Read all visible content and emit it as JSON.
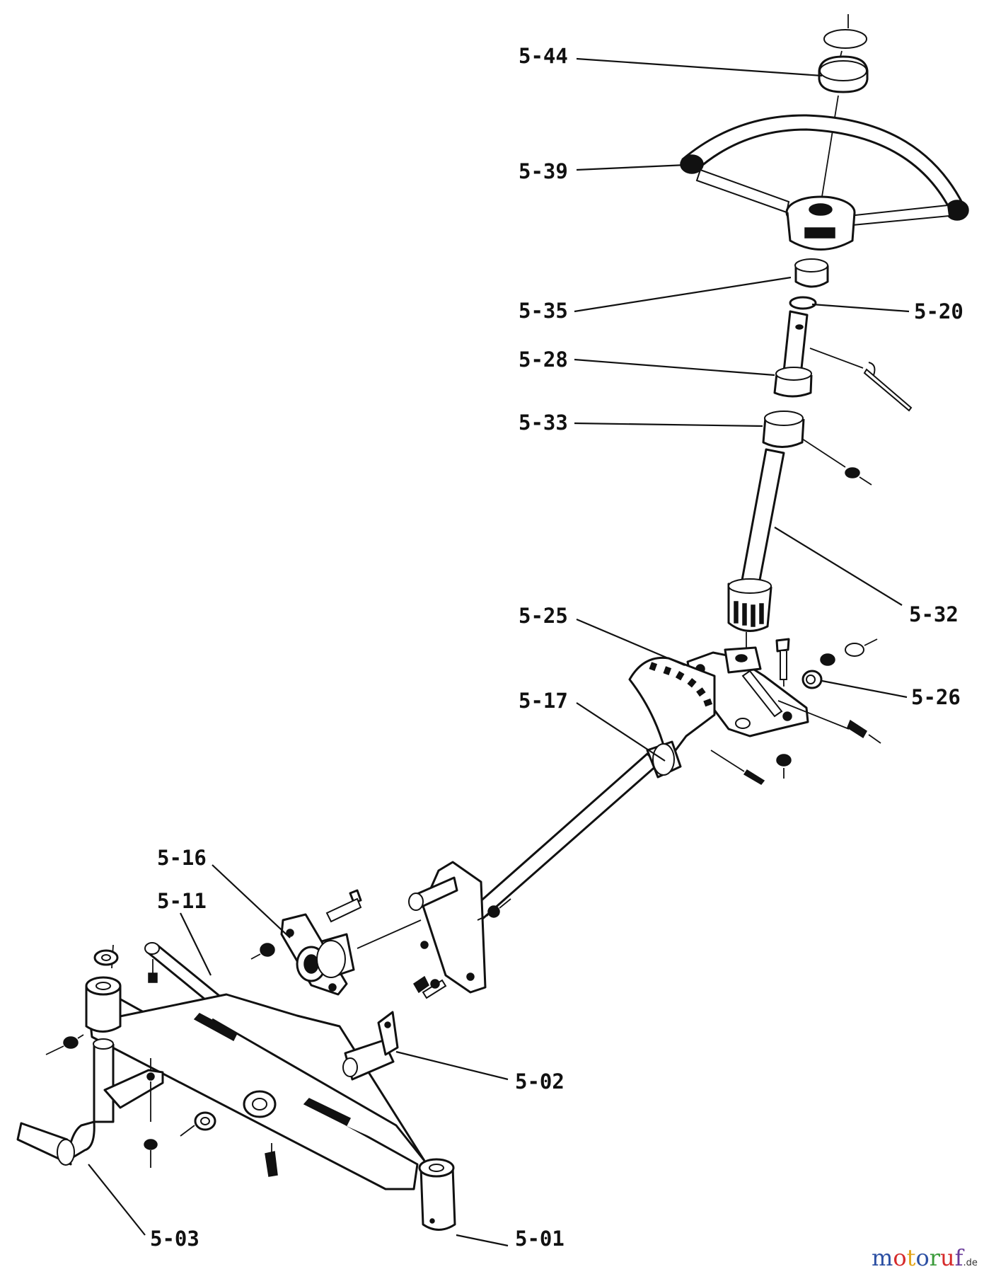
{
  "diagram": {
    "part_labels": {
      "p544": "5-44",
      "p539": "5-39",
      "p535": "5-35",
      "p520": "5-20",
      "p528": "5-28",
      "p533": "5-33",
      "p532": "5-32",
      "p525": "5-25",
      "p517": "5-17",
      "p526": "5-26",
      "p516": "5-16",
      "p511": "5-11",
      "p502": "5-02",
      "p503": "5-03",
      "p501": "5-01"
    },
    "watermark": {
      "brand_main": "motoruf",
      "brand_suffix": ".de",
      "colors": {
        "m": "#2b4fa3",
        "o1": "#d62b2b",
        "t": "#e3a51b",
        "o2": "#2b4fa3",
        "r": "#3a9a3a",
        "u": "#d62b2b",
        "f": "#6a3a9a"
      }
    }
  }
}
